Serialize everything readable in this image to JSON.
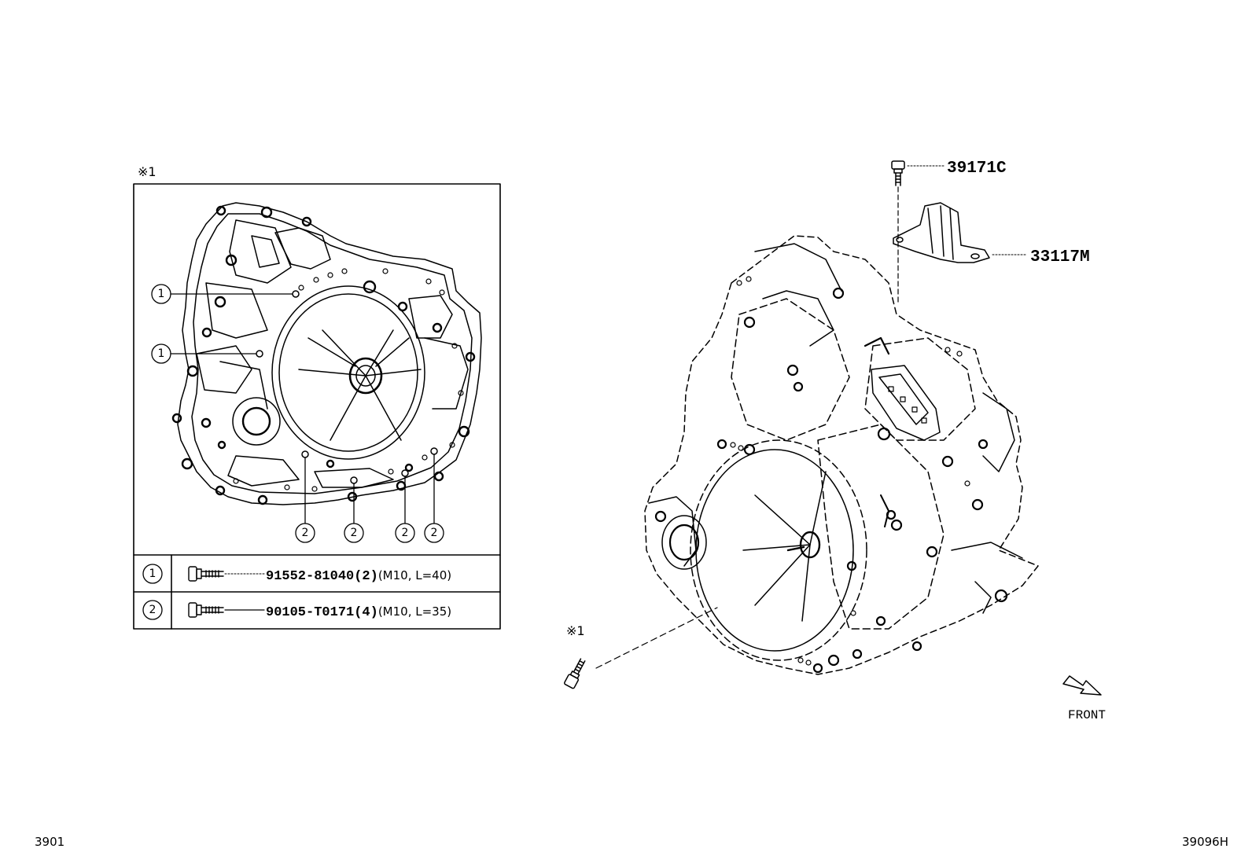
{
  "inset": {
    "note_mark": "※1",
    "callout_1": "1",
    "callout_2": "2",
    "legend": [
      {
        "callout": "1",
        "part_number": "91552-81040",
        "qty": "(2)",
        "spec": "(M10, L=40)"
      },
      {
        "callout": "2",
        "part_number": "90105-T0171",
        "qty": "(4)",
        "spec": "(M10, L=35)"
      }
    ]
  },
  "main": {
    "labels": {
      "bolt_top": "39171C",
      "bracket": "33117M"
    },
    "note_mark": "※1",
    "front_label": "FRONT"
  },
  "footer": {
    "left_code": "3901",
    "right_code": "39096H"
  }
}
